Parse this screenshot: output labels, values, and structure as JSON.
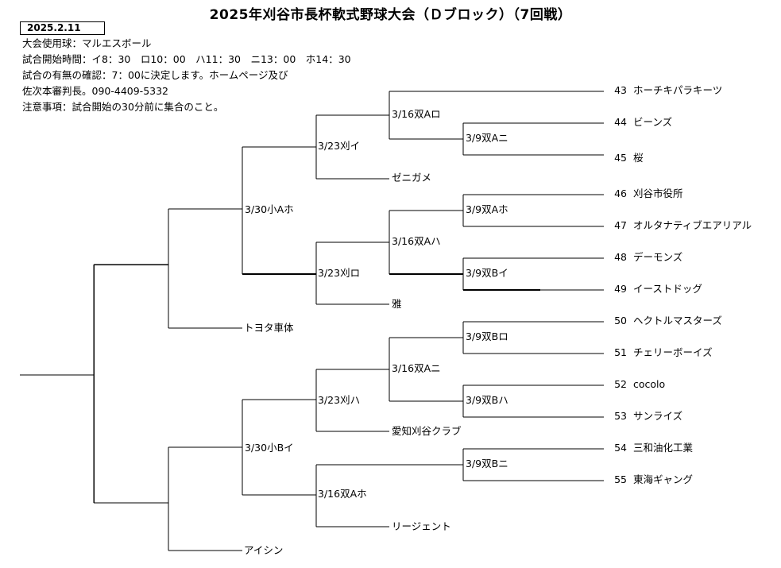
{
  "title": "2025年刈谷市長杯軟式野球大会（Ｄブロック）（7回戦）",
  "date": "2025.2.11",
  "info": [
    "大会使用球：マルエスボール",
    "試合開始時間：イ8：30　ロ10：00　ハ11：30　ニ13：00　ホ14：30",
    "試合の有無の確認：7：00に決定します。ホームページ及び",
    "佐次本審判長。090-4409-5332",
    "注意事項：試合開始の30分前に集合のこと。"
  ],
  "teams": [
    {
      "no": "43",
      "name": "ホーチキパラキーツ"
    },
    {
      "no": "44",
      "name": "ビーンズ"
    },
    {
      "no": "45",
      "name": "桜"
    },
    {
      "no": "46",
      "name": "刈谷市役所"
    },
    {
      "no": "47",
      "name": "オルタナティブエアリアル"
    },
    {
      "no": "48",
      "name": "デーモンズ"
    },
    {
      "no": "49",
      "name": "イーストドッグ"
    },
    {
      "no": "50",
      "name": "ヘクトルマスターズ"
    },
    {
      "no": "51",
      "name": "チェリーボーイズ"
    },
    {
      "no": "52",
      "name": "cocolo"
    },
    {
      "no": "53",
      "name": "サンライズ"
    },
    {
      "no": "54",
      "name": "三和油化工業"
    },
    {
      "no": "55",
      "name": "東海ギャング"
    }
  ],
  "seeded": [
    "ゼニガメ",
    "雅",
    "トヨタ車体",
    "愛知刈谷クラブ",
    "リージェント",
    "アイシン"
  ],
  "matches": [
    "3/16双Aロ",
    "3/9双Aニ",
    "3/23刈イ",
    "3/9双Aホ",
    "3/16双Aハ",
    "3/9双Bイ",
    "3/23刈ロ",
    "3/30小Aホ",
    "3/9双Bロ",
    "3/16双Aニ",
    "3/9双Bハ",
    "3/23刈ハ",
    "3/9双Bニ",
    "3/16双Aホ",
    "3/30小Bイ"
  ]
}
